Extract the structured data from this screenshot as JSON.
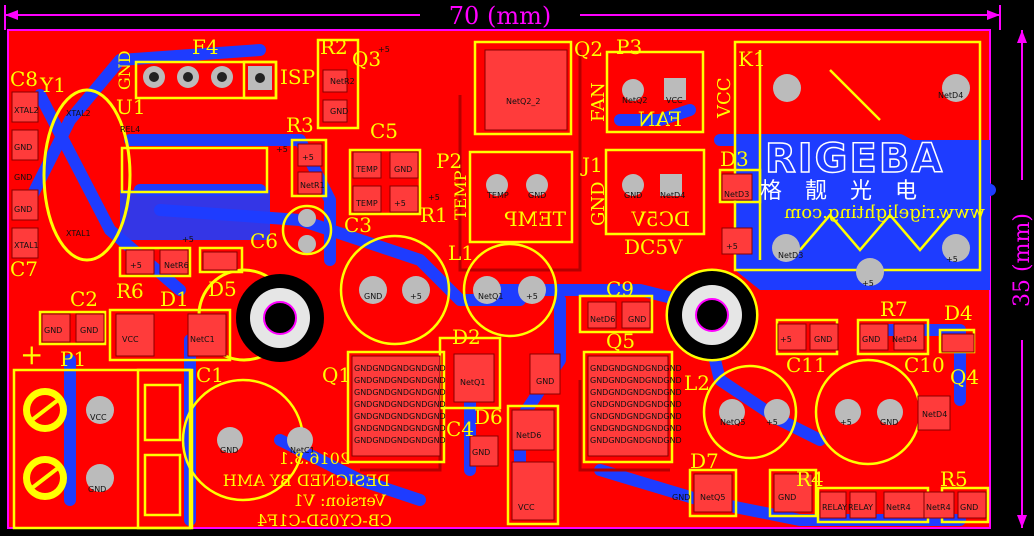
{
  "dimension": {
    "width_label": "70 (mm)",
    "height_label": "35 (mm)"
  },
  "components": {
    "C8": "C8",
    "Y1": "Y1",
    "U1": "U1",
    "GND_top": "GND",
    "F4": "F4",
    "ISP": "ISP",
    "R2": "R2",
    "Q3": "Q3",
    "Q2": "Q2",
    "P3": "P3",
    "K1": "K1",
    "FAN_v": "FAN",
    "VCC_v": "VCC",
    "R3": "R3",
    "C5": "C5",
    "P2": "P2",
    "TEMP_v": "TEMP",
    "J1": "J1",
    "GND_v": "GND",
    "D3": "D3",
    "R1": "R1",
    "C3": "C3",
    "C6": "C6",
    "C7": "C7",
    "R6": "R6",
    "L1": "L1",
    "D5": "D5",
    "DC5V": "DC5V",
    "C9": "C9",
    "C2": "C2",
    "D1": "D1",
    "R7": "R7",
    "D4": "D4",
    "D2": "D2",
    "Q5": "Q5",
    "C11": "C11",
    "C10": "C10",
    "Q4": "Q4",
    "P1": "P1",
    "C1": "C1",
    "Q1": "Q1",
    "L2": "L2",
    "C4": "C4",
    "D6": "D6",
    "D7": "D7",
    "R4": "R4",
    "R5": "R5",
    "plus": "+"
  },
  "silk_mirrored": {
    "fan": "FAN",
    "temp": "TEMP",
    "dc5v": "DC5V",
    "date": "2016.3.1",
    "designed": "DESIGNED BY AMH",
    "version": "Version: V1",
    "board": "CB-CY05D-C1F4",
    "website": "www.rigelighting.com"
  },
  "logo": {
    "brand": "RIGEBA",
    "chinese": "格 靓 光 电"
  },
  "pads": {
    "xtal2": "XTAL2",
    "gnd": "GND",
    "rel4": "REL4",
    "xtal1": "XTAL1",
    "p5": "+5",
    "netr6": "NetR6",
    "netc1": "NetC1",
    "vcc": "VCC",
    "netq2_2": "NetQ2_2",
    "netq2": "NetQ2",
    "temp": "TEMP",
    "netd4": "NetD4",
    "netd3": "NetD3",
    "netq1": "NetQ1",
    "netq5": "NetQ5",
    "netd6": "NetD6",
    "relay": "RELAY",
    "netr4": "NetR4",
    "netr1": "NetR1",
    "netr2": "NetR2",
    "nd": "GNDGNDGNDGNDGND"
  }
}
